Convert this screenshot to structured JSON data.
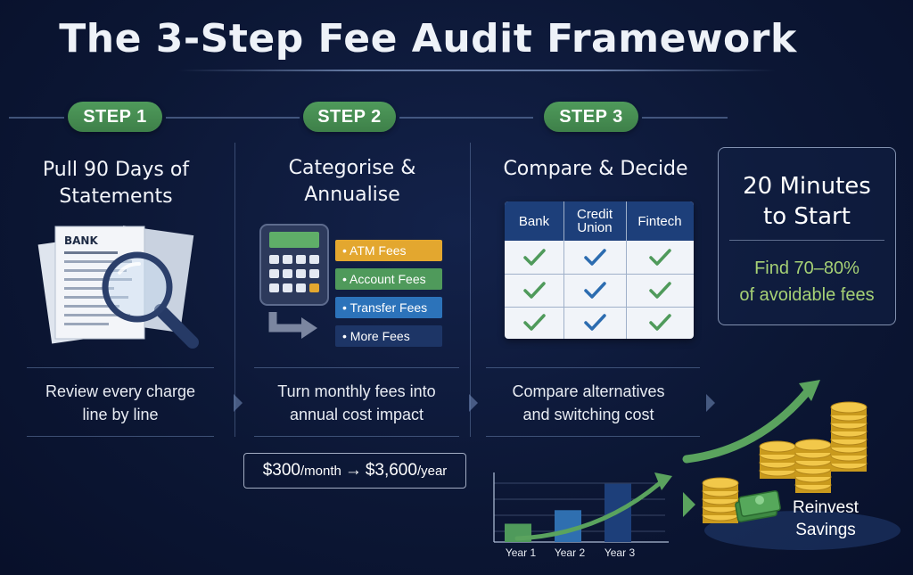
{
  "title": "The 3-Step Fee Audit Framework",
  "steps": [
    {
      "label": "STEP 1",
      "heading_lines": [
        "Pull 90 Days of",
        "Statements"
      ],
      "illustration_text": "BANK",
      "description_lines": [
        "Review every charge",
        "line by line"
      ]
    },
    {
      "label": "STEP 2",
      "heading_lines": [
        "Categorise &",
        "Annualise"
      ],
      "fee_categories": [
        {
          "label": "• ATM Fees",
          "color": "#e3a72f"
        },
        {
          "label": "• Account Fees",
          "color": "#4f9a5b"
        },
        {
          "label": "• Transfer Fees",
          "color": "#2c73ba"
        },
        {
          "label": "• More Fees",
          "color": "#1d3566"
        }
      ],
      "description_lines": [
        "Turn monthly fees into",
        "annual cost impact"
      ],
      "example": {
        "monthly": "$300",
        "monthly_unit": "/month",
        "arrow": "→",
        "yearly": "$3,600",
        "yearly_unit": "/year"
      }
    },
    {
      "label": "STEP 3",
      "heading_lines": [
        "Compare & Decide"
      ],
      "comparison": {
        "columns": [
          "Bank",
          "Credit\nUnion",
          "Fintech"
        ],
        "rows": [
          [
            "check-green",
            "check-blue",
            "check-green"
          ],
          [
            "check-green",
            "check-blue",
            "check-green"
          ],
          [
            "check-green",
            "check-blue",
            "check-green"
          ]
        ]
      },
      "description_lines": [
        "Compare alternatives",
        "and switching cost"
      ]
    }
  ],
  "callout": {
    "title_lines": [
      "20 Minutes",
      "to Start"
    ],
    "note_lines": [
      "Find 70–80%",
      "of avoidable fees"
    ]
  },
  "savings_chart": {
    "x_labels": [
      "Year 1",
      "Year 2",
      "Year 3"
    ],
    "value_fractions": [
      0.27,
      0.47,
      0.86
    ],
    "colors": [
      "#4f9a5b",
      "#2f6fb0",
      "#1d3f7a"
    ],
    "cta_lines": [
      "Reinvest",
      "Savings"
    ]
  },
  "colors": {
    "background": "#0c1735",
    "accent_green": "#4f9a5b",
    "accent_blue": "#1d3f7a",
    "callout_text": "#a6d175"
  }
}
